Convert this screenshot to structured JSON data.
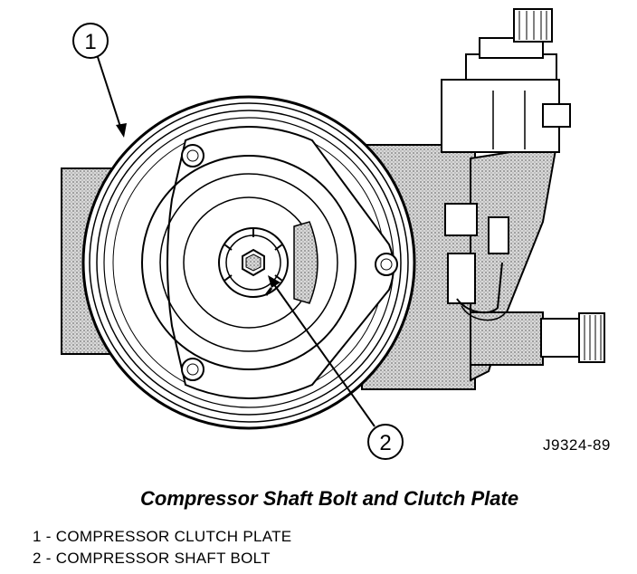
{
  "figure": {
    "id": "J9324-89",
    "caption": "Compressor Shaft Bolt and Clutch Plate"
  },
  "callouts": [
    {
      "number": "1",
      "label": "1 - COMPRESSOR CLUTCH PLATE"
    },
    {
      "number": "2",
      "label": "2 - COMPRESSOR SHAFT BOLT"
    }
  ],
  "colors": {
    "ink": "#000000",
    "shade": "#bdbdbd",
    "paper": "#ffffff"
  }
}
